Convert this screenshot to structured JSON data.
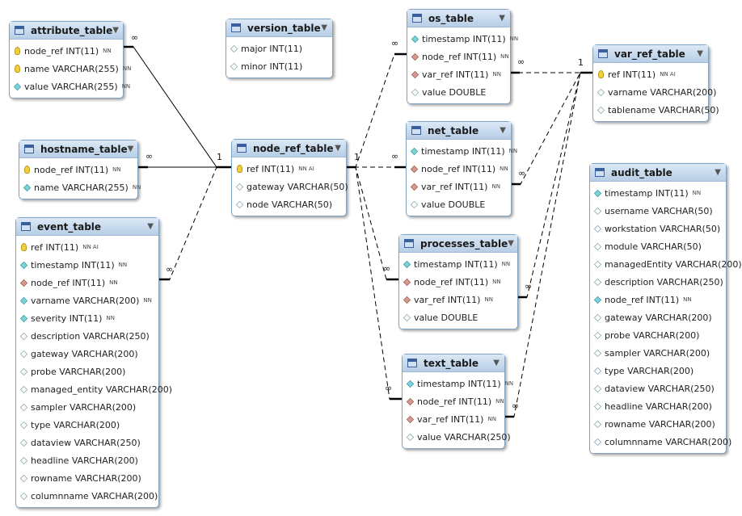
{
  "tables": [
    {
      "id": "attribute_table",
      "name": "attribute_table",
      "columns": [
        {
          "icon": "pk",
          "name": "node_ref",
          "type": "INT(11)",
          "flags": "NN"
        },
        {
          "icon": "pk",
          "name": "name",
          "type": "VARCHAR(255)",
          "flags": "NN"
        },
        {
          "icon": "nn",
          "name": "value",
          "type": "VARCHAR(255)",
          "flags": "NN"
        }
      ]
    },
    {
      "id": "version_table",
      "name": "version_table",
      "columns": [
        {
          "icon": "col",
          "name": "major",
          "type": "INT(11)",
          "flags": ""
        },
        {
          "icon": "col",
          "name": "minor",
          "type": "INT(11)",
          "flags": ""
        }
      ]
    },
    {
      "id": "os_table",
      "name": "os_table",
      "columns": [
        {
          "icon": "nn",
          "name": "timestamp",
          "type": "INT(11)",
          "flags": "NN"
        },
        {
          "icon": "fk",
          "name": "node_ref",
          "type": "INT(11)",
          "flags": "NN"
        },
        {
          "icon": "fk",
          "name": "var_ref",
          "type": "INT(11)",
          "flags": "NN"
        },
        {
          "icon": "col",
          "name": "value",
          "type": "DOUBLE",
          "flags": ""
        }
      ]
    },
    {
      "id": "var_ref_table",
      "name": "var_ref_table",
      "columns": [
        {
          "icon": "pk",
          "name": "ref",
          "type": "INT(11)",
          "flags": "NN AI"
        },
        {
          "icon": "col",
          "name": "varname",
          "type": "VARCHAR(200)",
          "flags": ""
        },
        {
          "icon": "col",
          "name": "tablename",
          "type": "VARCHAR(50)",
          "flags": ""
        }
      ]
    },
    {
      "id": "hostname_table",
      "name": "hostname_table",
      "columns": [
        {
          "icon": "pk",
          "name": "node_ref",
          "type": "INT(11)",
          "flags": "NN"
        },
        {
          "icon": "nn",
          "name": "name",
          "type": "VARCHAR(255)",
          "flags": "NN"
        }
      ]
    },
    {
      "id": "node_ref_table",
      "name": "node_ref_table",
      "columns": [
        {
          "icon": "pk",
          "name": "ref",
          "type": "INT(11)",
          "flags": "NN AI"
        },
        {
          "icon": "col",
          "name": "gateway",
          "type": "VARCHAR(50)",
          "flags": ""
        },
        {
          "icon": "col",
          "name": "node",
          "type": "VARCHAR(50)",
          "flags": ""
        }
      ]
    },
    {
      "id": "net_table",
      "name": "net_table",
      "columns": [
        {
          "icon": "nn",
          "name": "timestamp",
          "type": "INT(11)",
          "flags": "NN"
        },
        {
          "icon": "fk",
          "name": "node_ref",
          "type": "INT(11)",
          "flags": "NN"
        },
        {
          "icon": "fk",
          "name": "var_ref",
          "type": "INT(11)",
          "flags": "NN"
        },
        {
          "icon": "col",
          "name": "value",
          "type": "DOUBLE",
          "flags": ""
        }
      ]
    },
    {
      "id": "audit_table",
      "name": "audit_table",
      "columns": [
        {
          "icon": "nn",
          "name": "timestamp",
          "type": "INT(11)",
          "flags": "NN"
        },
        {
          "icon": "col",
          "name": "username",
          "type": "VARCHAR(50)",
          "flags": ""
        },
        {
          "icon": "col",
          "name": "workstation",
          "type": "VARCHAR(50)",
          "flags": ""
        },
        {
          "icon": "col",
          "name": "module",
          "type": "VARCHAR(50)",
          "flags": ""
        },
        {
          "icon": "col",
          "name": "managedEntity",
          "type": "VARCHAR(200)",
          "flags": ""
        },
        {
          "icon": "col",
          "name": "description",
          "type": "VARCHAR(250)",
          "flags": ""
        },
        {
          "icon": "nn",
          "name": "node_ref",
          "type": "INT(11)",
          "flags": "NN"
        },
        {
          "icon": "col",
          "name": "gateway",
          "type": "VARCHAR(200)",
          "flags": ""
        },
        {
          "icon": "col",
          "name": "probe",
          "type": "VARCHAR(200)",
          "flags": ""
        },
        {
          "icon": "col",
          "name": "sampler",
          "type": "VARCHAR(200)",
          "flags": ""
        },
        {
          "icon": "col",
          "name": "type",
          "type": "VARCHAR(200)",
          "flags": ""
        },
        {
          "icon": "col",
          "name": "dataview",
          "type": "VARCHAR(250)",
          "flags": ""
        },
        {
          "icon": "col",
          "name": "headline",
          "type": "VARCHAR(200)",
          "flags": ""
        },
        {
          "icon": "col",
          "name": "rowname",
          "type": "VARCHAR(200)",
          "flags": ""
        },
        {
          "icon": "col",
          "name": "columnname",
          "type": "VARCHAR(200)",
          "flags": ""
        }
      ]
    },
    {
      "id": "event_table",
      "name": "event_table",
      "columns": [
        {
          "icon": "pk",
          "name": "ref",
          "type": "INT(11)",
          "flags": "NN AI"
        },
        {
          "icon": "nn",
          "name": "timestamp",
          "type": "INT(11)",
          "flags": "NN"
        },
        {
          "icon": "fk",
          "name": "node_ref",
          "type": "INT(11)",
          "flags": "NN"
        },
        {
          "icon": "nn",
          "name": "varname",
          "type": "VARCHAR(200)",
          "flags": "NN"
        },
        {
          "icon": "nn",
          "name": "severity",
          "type": "INT(11)",
          "flags": "NN"
        },
        {
          "icon": "col",
          "name": "description",
          "type": "VARCHAR(250)",
          "flags": ""
        },
        {
          "icon": "col",
          "name": "gateway",
          "type": "VARCHAR(200)",
          "flags": ""
        },
        {
          "icon": "col",
          "name": "probe",
          "type": "VARCHAR(200)",
          "flags": ""
        },
        {
          "icon": "col",
          "name": "managed_entity",
          "type": "VARCHAR(200)",
          "flags": ""
        },
        {
          "icon": "col",
          "name": "sampler",
          "type": "VARCHAR(200)",
          "flags": ""
        },
        {
          "icon": "col",
          "name": "type",
          "type": "VARCHAR(200)",
          "flags": ""
        },
        {
          "icon": "col",
          "name": "dataview",
          "type": "VARCHAR(250)",
          "flags": ""
        },
        {
          "icon": "col",
          "name": "headline",
          "type": "VARCHAR(200)",
          "flags": ""
        },
        {
          "icon": "col",
          "name": "rowname",
          "type": "VARCHAR(200)",
          "flags": ""
        },
        {
          "icon": "col",
          "name": "columnname",
          "type": "VARCHAR(200)",
          "flags": ""
        }
      ]
    },
    {
      "id": "processes_table",
      "name": "processes_table",
      "columns": [
        {
          "icon": "nn",
          "name": "timestamp",
          "type": "INT(11)",
          "flags": "NN"
        },
        {
          "icon": "fk",
          "name": "node_ref",
          "type": "INT(11)",
          "flags": "NN"
        },
        {
          "icon": "fk",
          "name": "var_ref",
          "type": "INT(11)",
          "flags": "NN"
        },
        {
          "icon": "col",
          "name": "value",
          "type": "DOUBLE",
          "flags": ""
        }
      ]
    },
    {
      "id": "text_table",
      "name": "text_table",
      "columns": [
        {
          "icon": "nn",
          "name": "timestamp",
          "type": "INT(11)",
          "flags": "NN"
        },
        {
          "icon": "fk",
          "name": "node_ref",
          "type": "INT(11)",
          "flags": "NN"
        },
        {
          "icon": "fk",
          "name": "var_ref",
          "type": "INT(11)",
          "flags": "NN"
        },
        {
          "icon": "col",
          "name": "value",
          "type": "VARCHAR(250)",
          "flags": ""
        }
      ]
    }
  ],
  "cardinality": {
    "one": "1",
    "many": "∞"
  },
  "colors": {
    "header": "#c6d9ee",
    "border": "#7fa3c4",
    "pk_key": "#f0d040",
    "fk_diamond": "#d49a90",
    "nn_diamond": "#7ed3d9"
  },
  "icons": {
    "table": "table-icon",
    "collapse": "chevron-down-icon",
    "primary_key": "key-icon",
    "foreign_key": "foreign-key-diamond-icon",
    "not_null": "not-null-diamond-icon",
    "column": "column-diamond-icon"
  }
}
